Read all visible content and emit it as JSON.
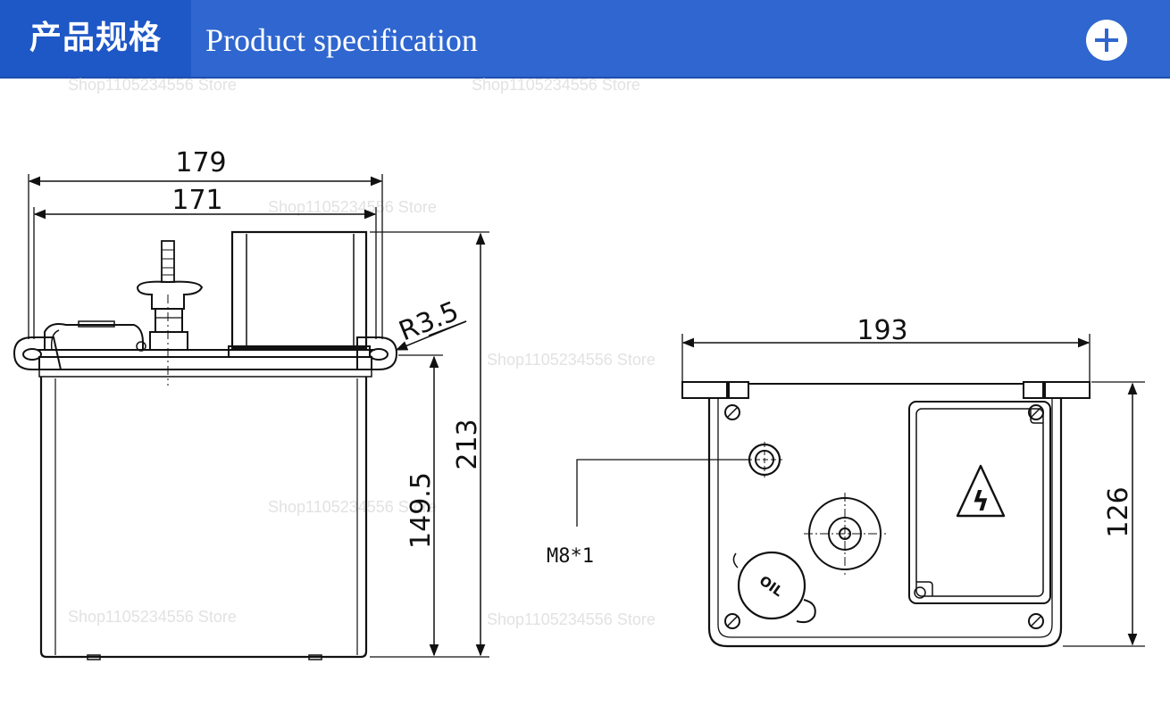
{
  "header": {
    "title_cn": "产品规格",
    "title_en": "Product specification"
  },
  "watermark": "Shop1105234556 Store",
  "front_view": {
    "width_outer": "179",
    "width_inner": "171",
    "radius": "R3.5",
    "height_total": "213",
    "height_tank": "149.5"
  },
  "bottom_view": {
    "width": "193",
    "height": "126",
    "port_label": "M8*1",
    "cap_text": "OIL",
    "warning_symbol": "ϟ"
  },
  "colors": {
    "header_bg": "#2f66cf",
    "header_cn_bg": "#1e57c6",
    "line": "#111111"
  }
}
